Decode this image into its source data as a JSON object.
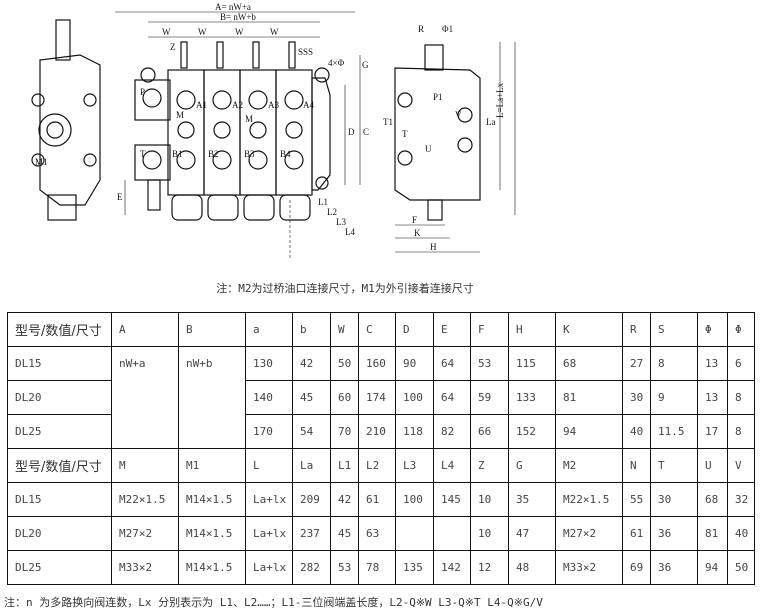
{
  "drawing": {
    "dim_A": "A= nW+a",
    "dim_B": "B= nW+b",
    "dim_W": "W",
    "dim_Z": "Z",
    "dim_S": "SSS",
    "dim_G": "G",
    "dim_4phi": "4×Φ",
    "dim_C": "C",
    "dim_D": "D",
    "dim_E": "E",
    "dim_L1": "L1",
    "dim_L2": "L2",
    "dim_L3": "L3",
    "dim_L4": "L4",
    "port_P": "P",
    "port_T": "T",
    "port_M": "M",
    "port_M1": "M1",
    "ports_A": [
      "A1",
      "A2",
      "A3",
      "A4"
    ],
    "ports_B": [
      "B1",
      "B2",
      "B3",
      "B4"
    ],
    "side_R": "R",
    "side_phi1": "Φ1",
    "side_P1": "P1",
    "side_T1": "T1",
    "side_T": "T",
    "side_U": "U",
    "side_V": "V",
    "side_La": "La",
    "side_L": "L=La+Lx",
    "side_F": "F",
    "side_K": "K",
    "side_H": "H"
  },
  "note_top": "注：M2为过桥油口连接尺寸，M1为外引接着连接尺寸",
  "table": {
    "header1": [
      "型号/数值/尺寸",
      "A",
      "B",
      "a",
      "b",
      "W",
      "C",
      "D",
      "E",
      "F",
      "H",
      "K",
      "R",
      "S",
      "Φ",
      "Φ"
    ],
    "rows1": [
      [
        "DL15",
        "nW+a",
        "nW+b",
        "130",
        "42",
        "50",
        "160",
        "90",
        "64",
        "53",
        "115",
        "68",
        "27",
        "8",
        "13",
        "6"
      ],
      [
        "DL20",
        "",
        "",
        "140",
        "45",
        "60",
        "174",
        "100",
        "64",
        "59",
        "133",
        "81",
        "30",
        "9",
        "13",
        "8"
      ],
      [
        "DL25",
        "",
        "",
        "170",
        "54",
        "70",
        "210",
        "118",
        "82",
        "66",
        "152",
        "94",
        "40",
        "11.5",
        "17",
        "8"
      ]
    ],
    "header2": [
      "型号/数值/尺寸",
      "M",
      "M1",
      "L",
      "La",
      "L1",
      "L2",
      "L3",
      "L4",
      "Z",
      "G",
      "M2",
      "N",
      "T",
      "U",
      "V"
    ],
    "rows2": [
      [
        "DL15",
        "M22×1.5",
        "M14×1.5",
        "La+lx",
        "209",
        "42",
        "61",
        "100",
        "145",
        "10",
        "35",
        "M22×1.5",
        "55",
        "30",
        "68",
        "32"
      ],
      [
        "DL20",
        "M27×2",
        "M14×1.5",
        "La+lx",
        "237",
        "45",
        "63",
        "",
        "",
        "10",
        "47",
        "M27×2",
        "61",
        "36",
        "81",
        "40"
      ],
      [
        "DL25",
        "M33×2",
        "M14×1.5",
        "La+lx",
        "282",
        "53",
        "78",
        "135",
        "142",
        "12",
        "48",
        "M33×2",
        "69",
        "36",
        "94",
        "50"
      ]
    ]
  },
  "note_bottom": "注：n 为多路换向阀连数，Lx 分别表示为 L1、L2……；L1-三位阀端盖长度，L2-Q※W  L3-Q※T  L4-Q※G/V"
}
